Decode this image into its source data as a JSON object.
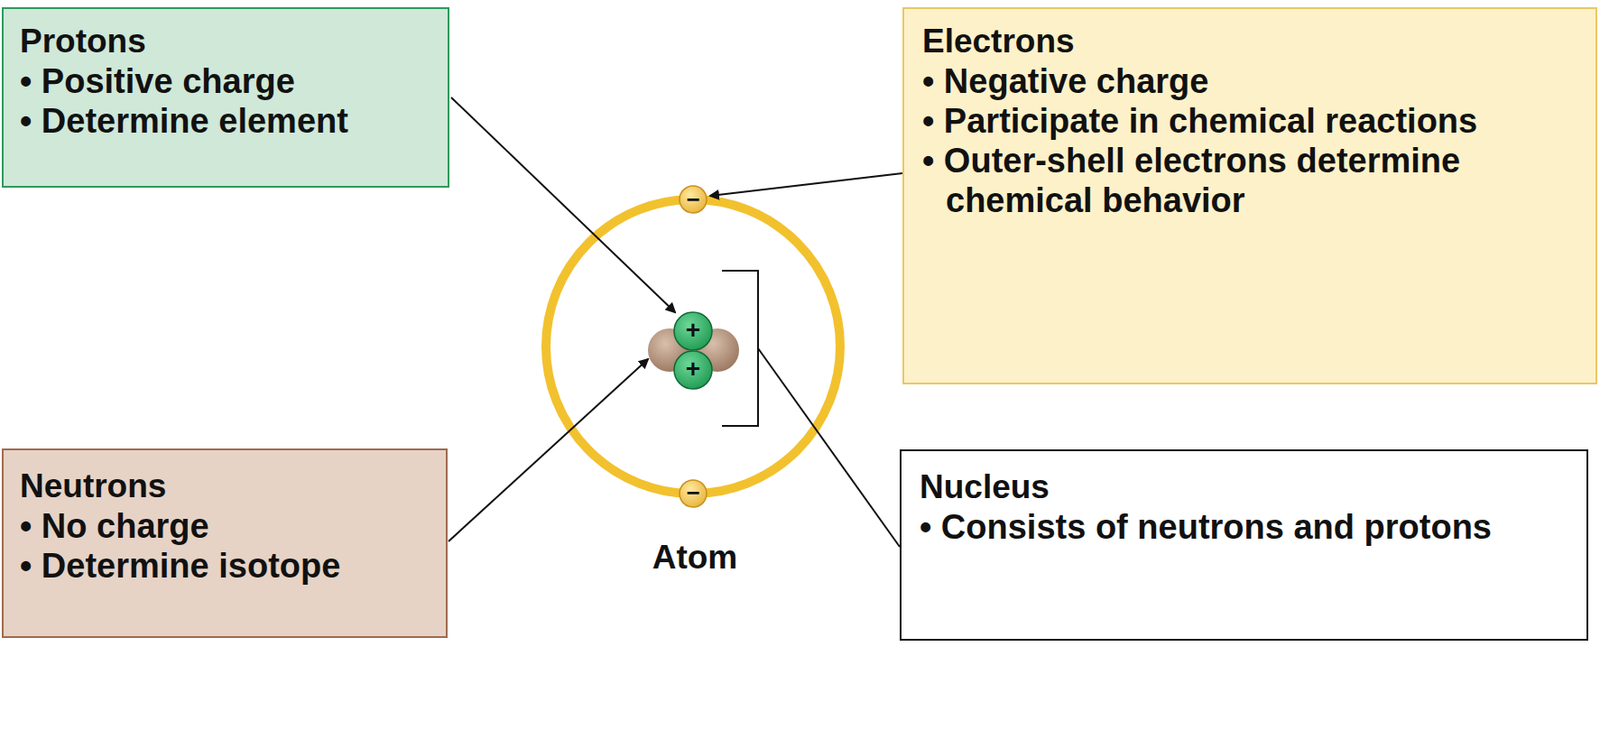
{
  "diagram": {
    "nodes": [
      {
        "text": [
          "Protons",
          "• Positive charge",
          "• Determine element"
        ]
      },
      {
        "text": [
          "Electrons",
          "• Negative charge",
          "• Participate in chemical reactions",
          "• Outer-shell electrons determine chemical behavior"
        ]
      },
      {
        "text": [
          "Neutrons",
          "• No charge",
          "• Determine isotope"
        ]
      },
      {
        "text": [
          "Nucleus",
          "• Consists of neutrons and protons"
        ]
      }
    ],
    "labels": [
      "−",
      "+",
      "+",
      "−",
      "Atom"
    ]
  }
}
